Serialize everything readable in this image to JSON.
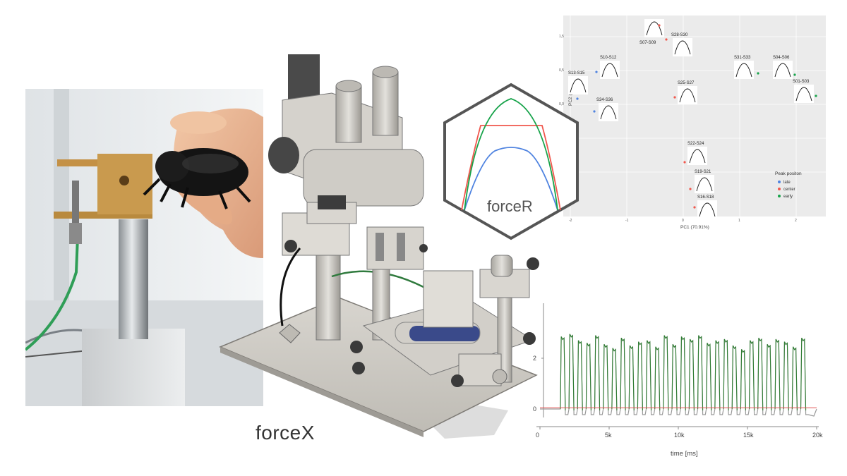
{
  "forcex": {
    "label": "forceX"
  },
  "forcer": {
    "label": "forceR"
  },
  "pca": {
    "x_label": "PC1 (70.91%)",
    "y_label": "PC2 (24.64%)",
    "legend_title": "Peak positon",
    "legend": [
      {
        "name": "late",
        "color": "#4f83e0"
      },
      {
        "name": "center",
        "color": "#f0574d"
      },
      {
        "name": "early",
        "color": "#17a34a"
      }
    ],
    "segments": [
      "S07-S09",
      "S28-S30",
      "S10-S12",
      "S13-S15",
      "S34-S36",
      "S25-S27",
      "S31-S33",
      "S04-S06",
      "S01-S03",
      "S22-S24",
      "S19-S21",
      "S16-S18"
    ]
  },
  "chart_data": {
    "type": "line",
    "xlabel": "time [ms]",
    "x_ticks": [
      "0",
      "5k",
      "10k",
      "15k",
      "20k"
    ],
    "y_ticks": [
      "0",
      "2"
    ],
    "xlim": [
      0,
      20000
    ],
    "series": [
      {
        "color": "#2e7d32",
        "peaks": [
          2.85,
          2.95,
          2.7,
          2.6,
          2.9,
          2.55,
          2.4,
          2.8,
          2.5,
          2.65,
          2.7,
          2.45,
          2.9,
          2.55,
          2.85,
          2.75,
          2.9,
          2.6,
          2.7,
          2.75,
          2.5,
          2.35,
          2.7,
          2.8,
          2.55,
          2.75,
          2.65,
          2.45,
          2.8
        ],
        "start_ms": 1400,
        "end_ms": 19400
      },
      {
        "color": "#e05353",
        "baseline": 0.05
      }
    ]
  },
  "colors": {
    "late": "#4f83e0",
    "center": "#f0574d",
    "early": "#17a34a"
  }
}
